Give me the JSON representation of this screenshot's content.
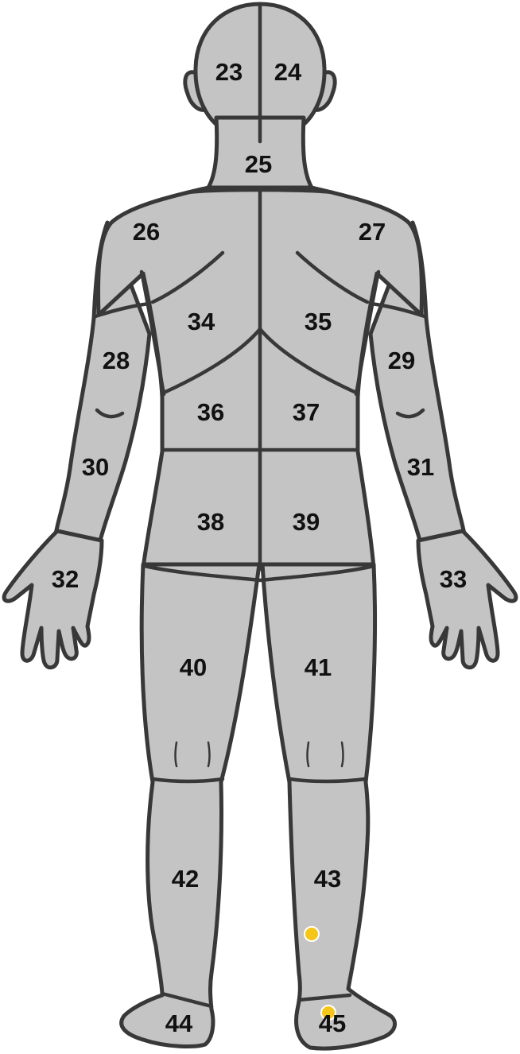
{
  "regions": [
    {
      "id": "23",
      "label": "23"
    },
    {
      "id": "24",
      "label": "24"
    },
    {
      "id": "25",
      "label": "25"
    },
    {
      "id": "26",
      "label": "26"
    },
    {
      "id": "27",
      "label": "27"
    },
    {
      "id": "28",
      "label": "28"
    },
    {
      "id": "29",
      "label": "29"
    },
    {
      "id": "30",
      "label": "30"
    },
    {
      "id": "31",
      "label": "31"
    },
    {
      "id": "32",
      "label": "32"
    },
    {
      "id": "33",
      "label": "33"
    },
    {
      "id": "34",
      "label": "34"
    },
    {
      "id": "35",
      "label": "35"
    },
    {
      "id": "36",
      "label": "36"
    },
    {
      "id": "37",
      "label": "37"
    },
    {
      "id": "38",
      "label": "38"
    },
    {
      "id": "39",
      "label": "39"
    },
    {
      "id": "40",
      "label": "40"
    },
    {
      "id": "41",
      "label": "41"
    },
    {
      "id": "42",
      "label": "42"
    },
    {
      "id": "43",
      "label": "43"
    },
    {
      "id": "44",
      "label": "44"
    },
    {
      "id": "45",
      "label": "45"
    }
  ],
  "markers": [
    {
      "region": "43",
      "color": "#f5c518"
    },
    {
      "region": "45",
      "color": "#f5c518"
    }
  ],
  "colors": {
    "body_fill": "#c4c4c4",
    "outline": "#383838",
    "marker": "#f5c518"
  }
}
